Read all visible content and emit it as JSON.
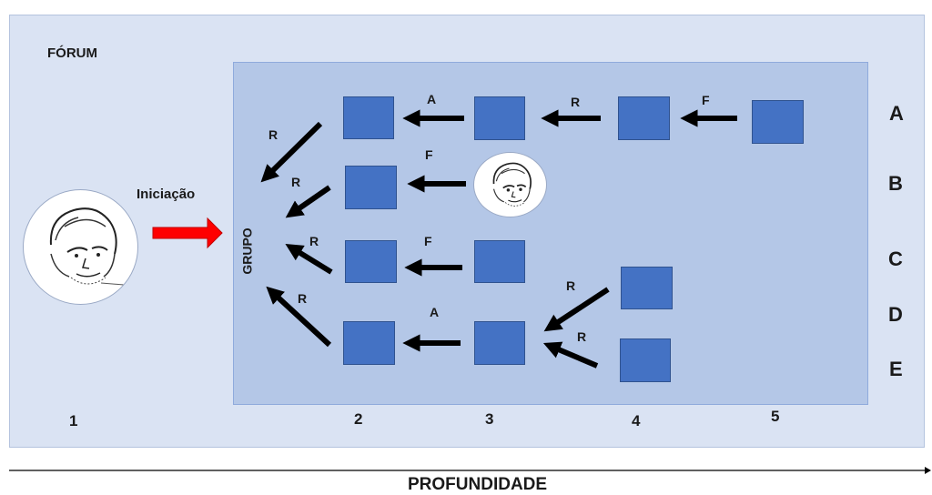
{
  "forum_label": "FÓRUM",
  "grupo_label": "GRUPO",
  "iniciacao_label": "Iniciação",
  "profundidade_label": "PROFUNDIDADE",
  "columns": [
    "1",
    "2",
    "3",
    "4",
    "5"
  ],
  "rows": [
    "A",
    "B",
    "C",
    "D",
    "E"
  ],
  "edge_labels": {
    "a_1_2": "A",
    "a_2_3": "R",
    "a_3_4": "F",
    "b_portrait_2": "F",
    "b_2_grupo": "R",
    "c_3_2": "F",
    "c_2_grupo": "R",
    "e_3_2": "A",
    "e_2_grupo": "R",
    "d4_e3": "R",
    "e4_e3": "R",
    "a2_grupo": "R"
  },
  "colors": {
    "outer_bg": "#dae3f3",
    "inner_bg": "#b4c7e7",
    "node": "#4472c4",
    "arrow": "#000000",
    "initiation_arrow": "#ff0000"
  },
  "icons": [
    "portrait-sketch-icon"
  ]
}
